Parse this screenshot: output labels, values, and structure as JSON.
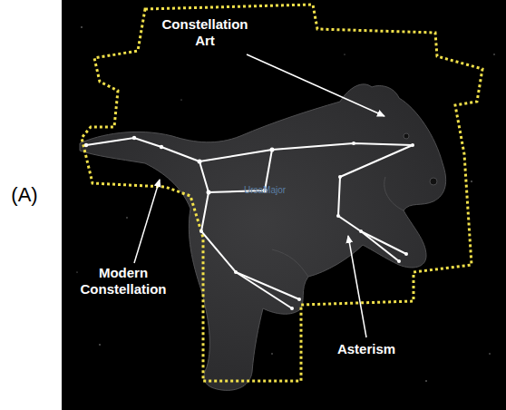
{
  "diagram": {
    "labels": [
      "(A)",
      "Constellation Art",
      "Modern Constellation",
      "Asterism",
      "UrsaMajor"
    ]
  }
}
